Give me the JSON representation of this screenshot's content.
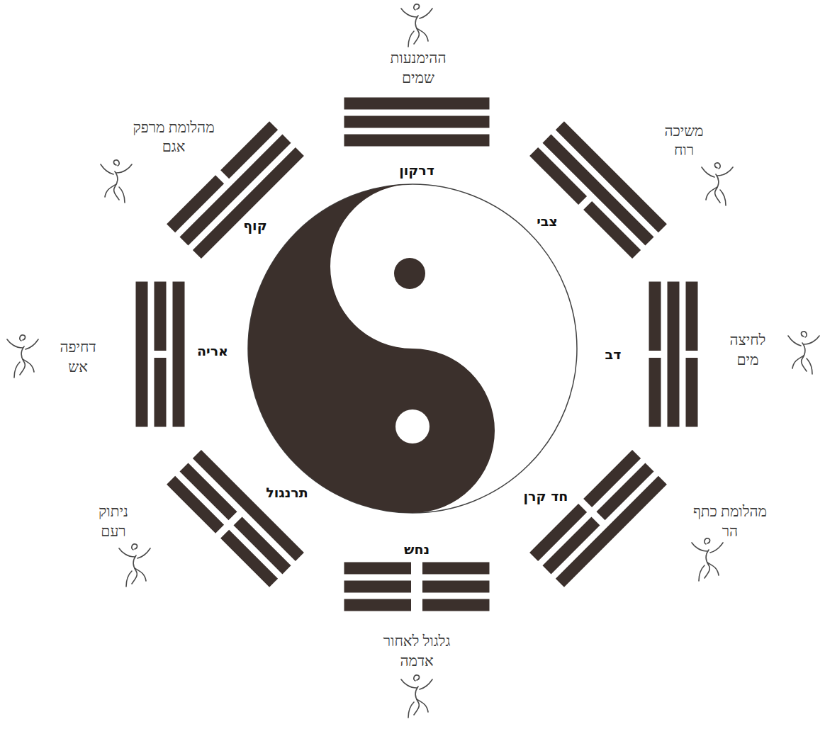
{
  "diagram": {
    "labels": [
      "ההימנעות",
      "שמים",
      "דרקון",
      "משיכה",
      "רוח",
      "צבי",
      "לחיצה",
      "מים",
      "דב",
      "מהלומת כתף",
      "הר",
      "חד קרן",
      "גלגול לאחור",
      "אדמה",
      "נחש",
      "ניתוק",
      "רעם",
      "תרנגול",
      "דחיפה",
      "אש",
      "אריה",
      "מהלומת מרפק",
      "אגם",
      "קוף"
    ]
  }
}
